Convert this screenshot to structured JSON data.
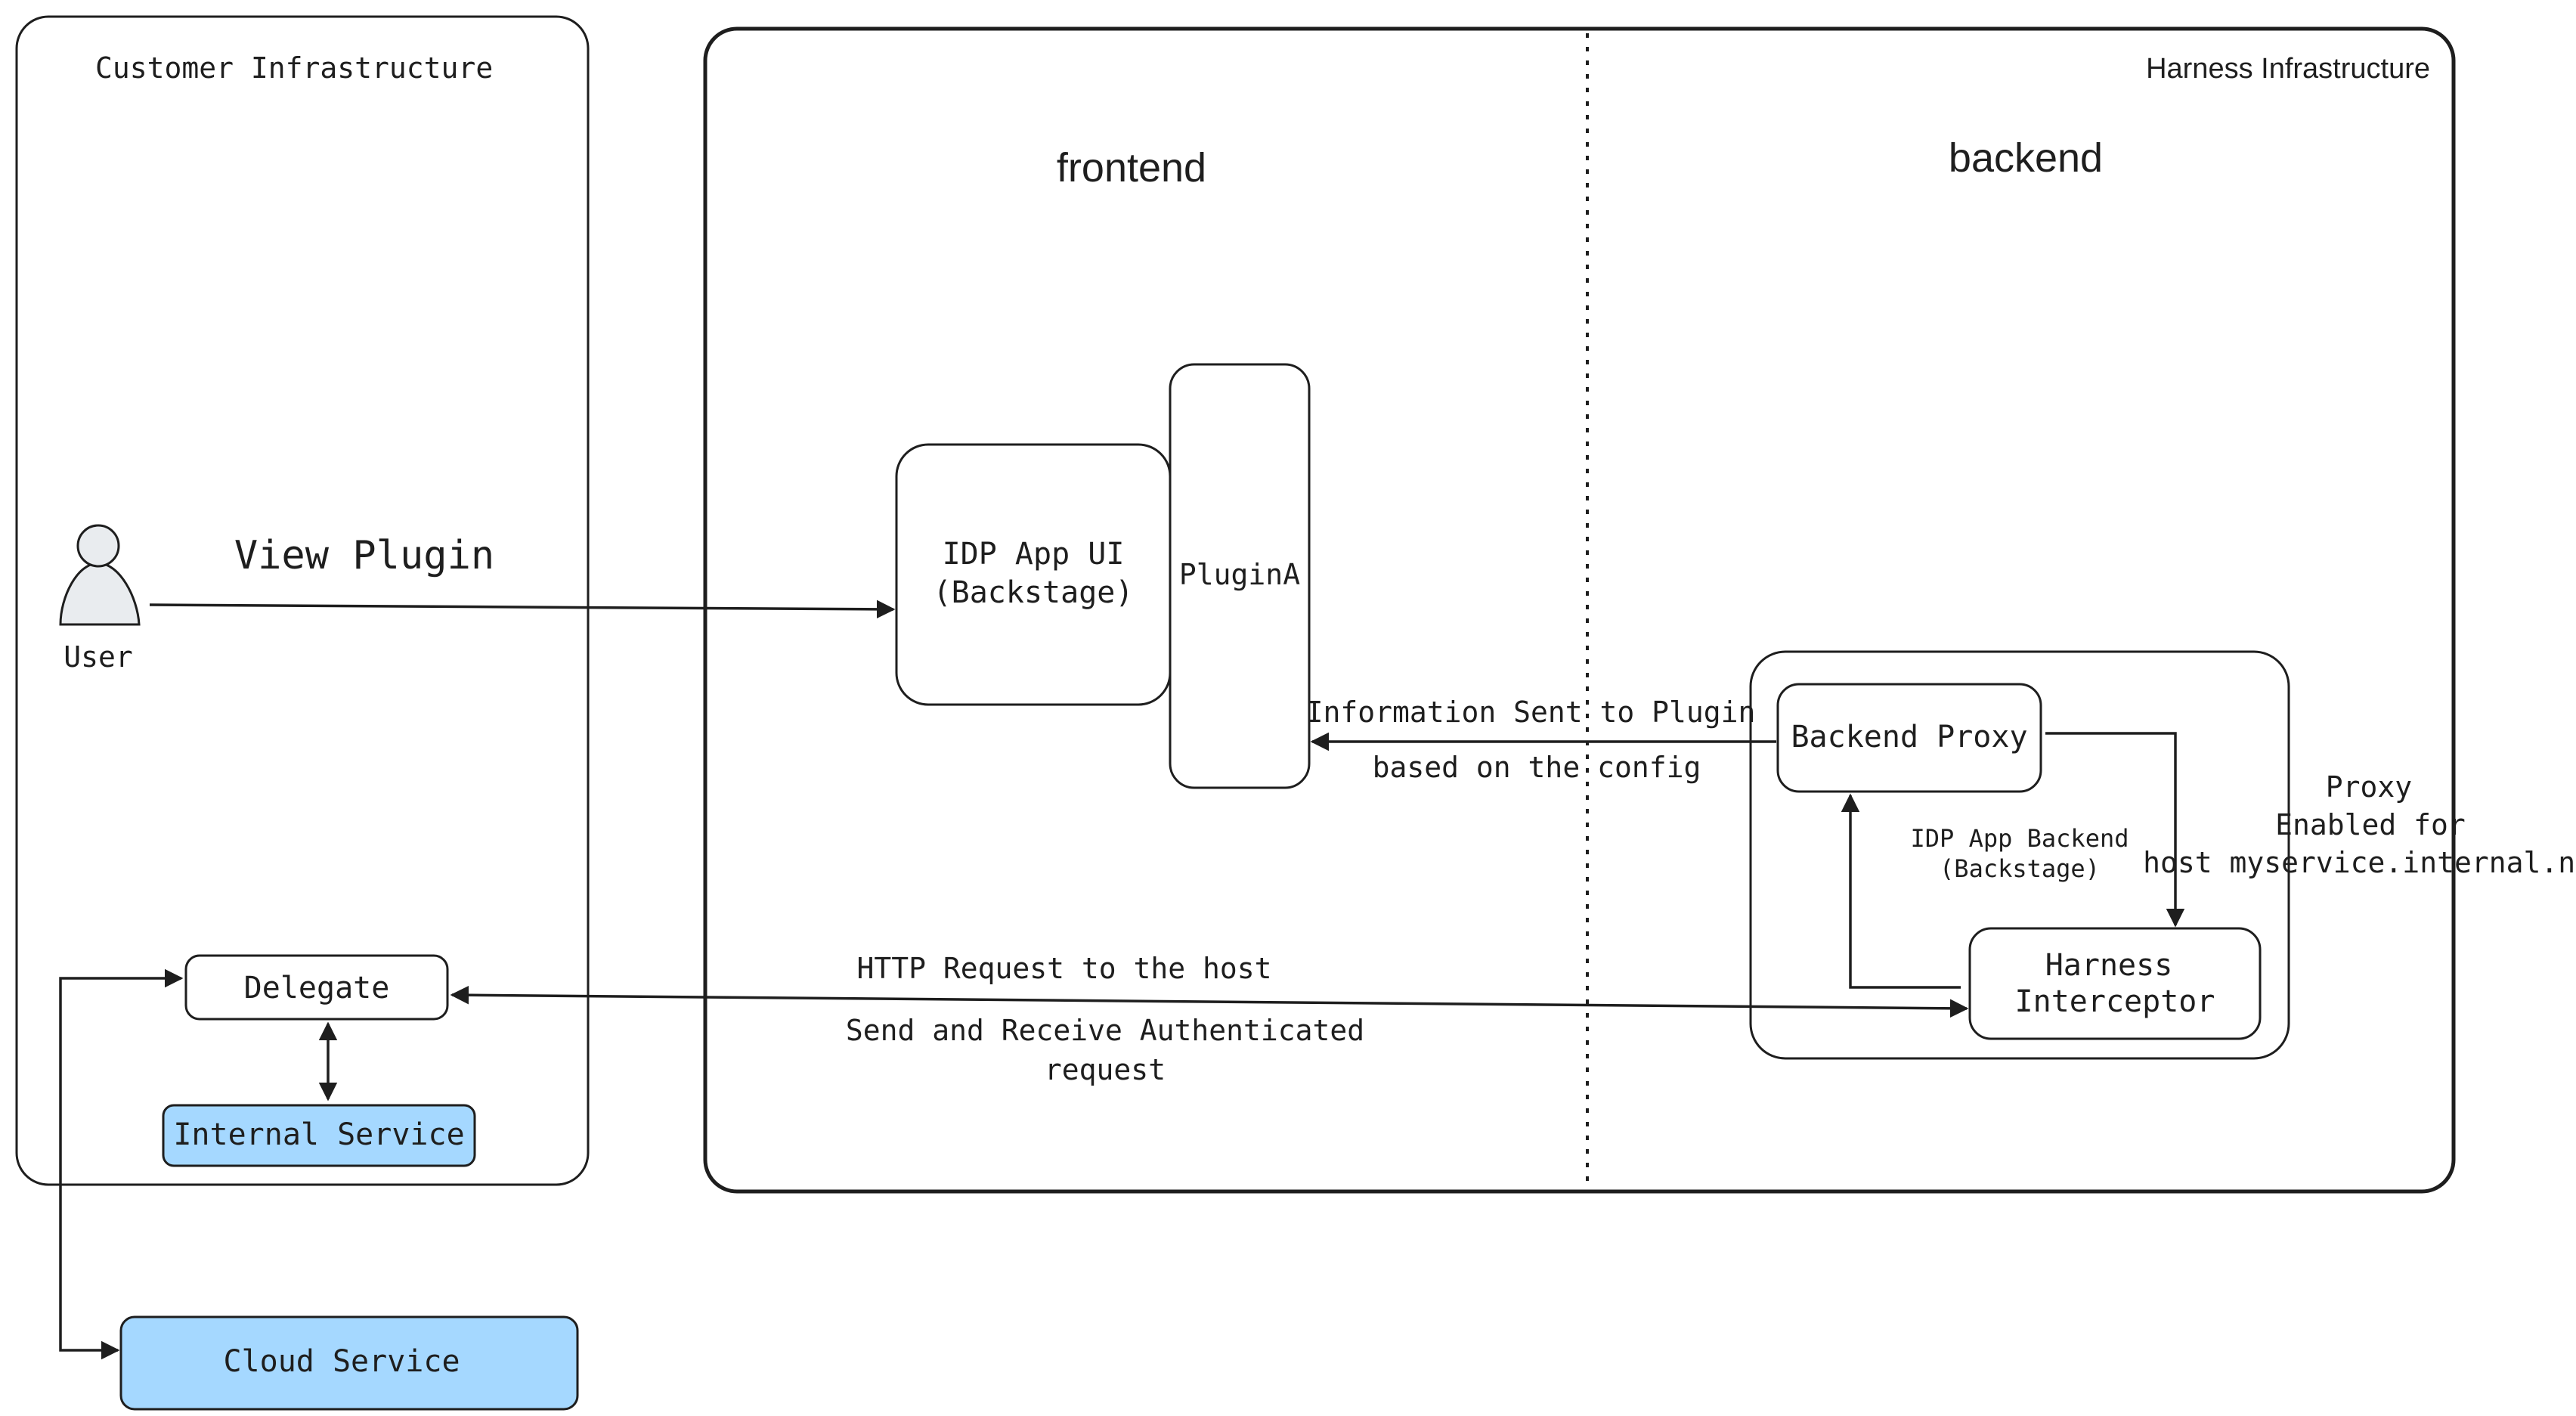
{
  "colors": {
    "stroke": "#1e1e1e",
    "service_fill": "#a5d8ff",
    "user_fill": "#e9ecef",
    "background": "#ffffff"
  },
  "regions": {
    "customer": {
      "label": "Customer Infrastructure"
    },
    "harness": {
      "label": "Harness Infrastructure"
    },
    "frontend": {
      "label": "frontend"
    },
    "backend": {
      "label": "backend"
    }
  },
  "user": {
    "label": "User",
    "icon": "user-icon"
  },
  "nodes": {
    "idp_ui": {
      "line1": "IDP App UI",
      "line2": "(Backstage)"
    },
    "plugin": {
      "label": "PluginA"
    },
    "backend_proxy": {
      "label": "Backend Proxy"
    },
    "idp_backend": {
      "line1": "IDP App Backend",
      "line2": "(Backstage)"
    },
    "interceptor": {
      "line1": "Harness",
      "line2": "Interceptor"
    },
    "delegate": {
      "label": "Delegate"
    },
    "internal_service": {
      "label": "Internal Service"
    },
    "cloud_service": {
      "label": "Cloud Service"
    }
  },
  "edge_labels": {
    "view_plugin": "View Plugin",
    "info_sent_1": "Information Sent to Plugin",
    "info_sent_2": "based on the config",
    "http_request": "HTTP Request to the host",
    "send_receive_1": "Send and Receive Authenticated",
    "send_receive_2": "request",
    "proxy_1": "Proxy",
    "proxy_2": "Enabled for",
    "proxy_3": "host myservice.internal.net"
  }
}
